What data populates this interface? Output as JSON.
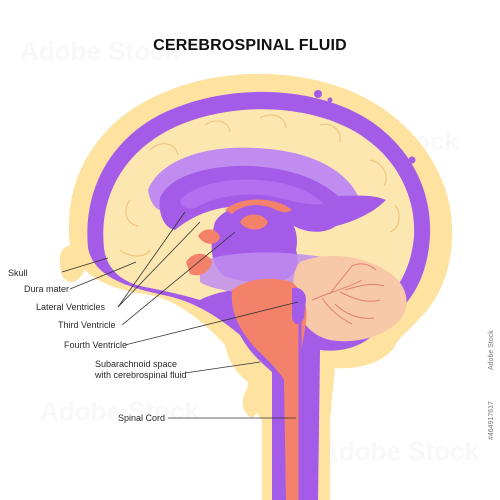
{
  "title": "CEREBROSPINAL FLUID",
  "labels": {
    "skull": "Skull",
    "dura_mater": "Dura mater",
    "lateral_ventricles": "Lateral Ventricles",
    "third_ventricle": "Third Ventricle",
    "fourth_ventricle": "Fourth Ventricle",
    "subarachnoid_line1": "Subarachnoid space",
    "subarachnoid_line2": "with cerebrospinal fluid",
    "spinal_cord": "Spinal Cord"
  },
  "watermark": {
    "brand": "Adobe Stock",
    "id": "#464917617"
  },
  "colors": {
    "skull": "#fde2a0",
    "brain": "#fde7b0",
    "csf": "#a45be8",
    "csf_light": "#c08cf0",
    "ventricle_inner": "#b56ef0",
    "brainstem": "#f4826a",
    "cerebellum": "#f8c9a8",
    "cerebellum_lines": "#e0806a",
    "text": "#2a2a2a"
  }
}
